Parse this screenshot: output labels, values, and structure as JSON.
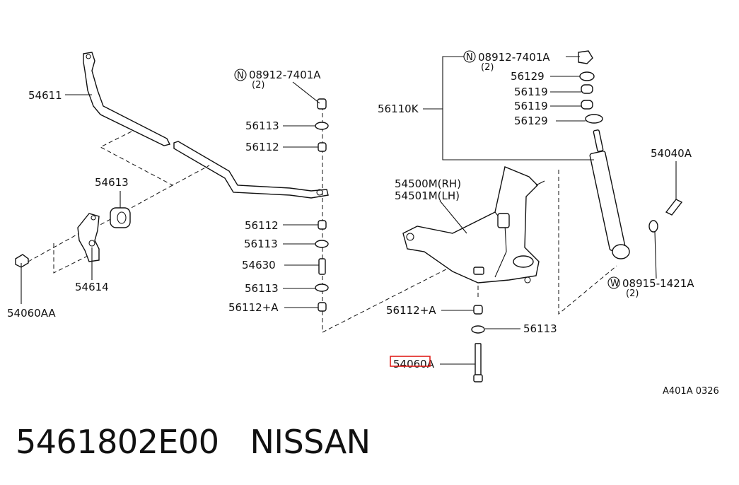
{
  "diagram": {
    "labels": {
      "p54611": "54611",
      "p54613": "54613",
      "p54614": "54614",
      "p54060AA": "54060AA",
      "nut_left": "08912-7401A",
      "nut_left_qty": "(2)",
      "p56113_a": "56113",
      "p56112_a": "56112",
      "p56112_b": "56112",
      "p56113_b": "56113",
      "p54630": "54630",
      "p56113_c": "56113",
      "p56112A_left": "56112+A",
      "p54500M": "54500M(RH)",
      "p54501M": "54501M(LH)",
      "p56110K": "56110K",
      "nut_right": "08912-7401A",
      "nut_right_qty": "(2)",
      "p56129_a": "56129",
      "p56119_a": "56119",
      "p56119_b": "56119",
      "p56129_b": "56129",
      "p54040A": "54040A",
      "washer": "08915-1421A",
      "washer_qty": "(2)",
      "p56112A_center": "56112+A",
      "p56113_d": "56113",
      "p54060A": "54060A",
      "ref_code": "A401A 0326"
    },
    "markers": {
      "n": "N",
      "w": "W"
    },
    "highlight_color": "#e0201b"
  },
  "caption": {
    "part_number": "5461802E00",
    "brand": "NISSAN"
  }
}
